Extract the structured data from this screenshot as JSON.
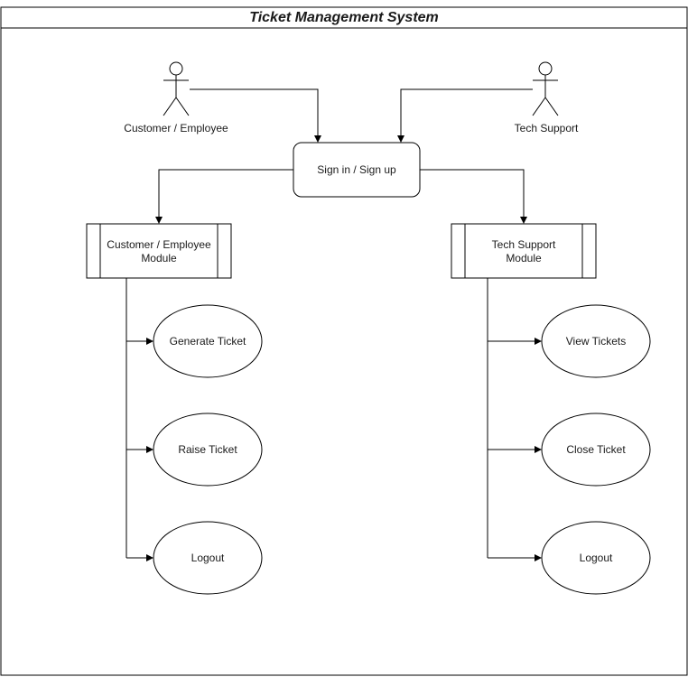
{
  "diagram": {
    "title": "Ticket Management System",
    "actors": {
      "customer": "Customer / Employee",
      "tech": "Tech Support"
    },
    "auth": "Sign in / Sign up",
    "modules": {
      "customer_line1": "Customer / Employee",
      "customer_line2": "Module",
      "tech_line1": "Tech Support",
      "tech_line2": "Module"
    },
    "customer_usecases": [
      "Generate Ticket",
      "Raise Ticket",
      "Logout"
    ],
    "tech_usecases": [
      "View Tickets",
      "Close Ticket",
      "Logout"
    ]
  }
}
